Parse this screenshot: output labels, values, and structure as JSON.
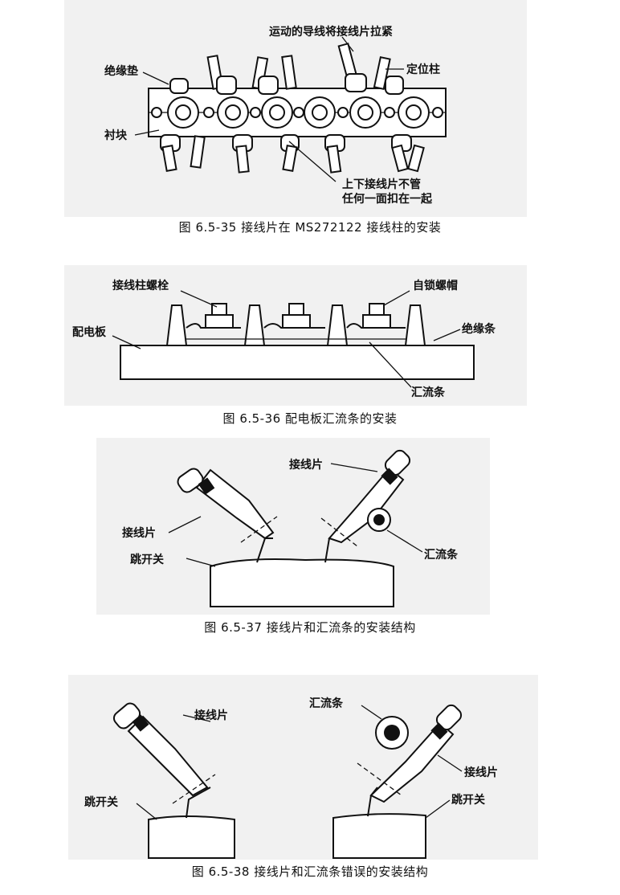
{
  "fig1": {
    "labels": {
      "top": "运动的导线将接线片拉紧",
      "left1": "绝缘垫",
      "right1": "定位柱",
      "left2": "衬块",
      "bottom1": "上下接线片不管",
      "bottom2": "任何一面扣在一起"
    },
    "caption": "图 6.5-35 接线片在 MS272122 接线柱的安装"
  },
  "fig2": {
    "labels": {
      "bolt": "接线柱螺栓",
      "nut": "自锁螺帽",
      "board": "配电板",
      "strip": "绝缘条",
      "busbar": "汇流条"
    },
    "caption": "图 6.5-36 配电板汇流条的安装"
  },
  "fig3": {
    "labels": {
      "lug_right": "接线片",
      "lug_left": "接线片",
      "breaker": "跳开关",
      "busbar": "汇流条"
    },
    "caption": "图 6.5-37 接线片和汇流条的安装结构"
  },
  "fig4": {
    "labels": {
      "busbar": "汇流条",
      "lug_left": "接线片",
      "lug_right": "接线片",
      "breaker_left": "跳开关",
      "breaker_right": "跳开关"
    },
    "caption": "图 6.5-38 接线片和汇流条错误的安装结构"
  }
}
